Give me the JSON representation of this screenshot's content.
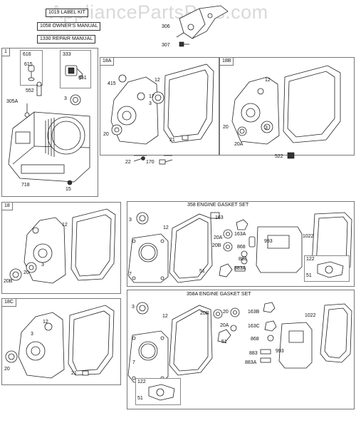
{
  "watermark": "AppliancePartsPros.com",
  "manuals": {
    "m1": "1019 LABEL KIT",
    "m2": "1058 OWNER'S MANUAL",
    "m3": "1330 REPAIR MANUAL"
  },
  "top_parts": {
    "p306": "306",
    "p307": "307"
  },
  "box1": {
    "tag": "1",
    "sub616": "616",
    "sub333": "333",
    "l615": "615",
    "l851": "851",
    "l552": "552",
    "l3": "3",
    "l305A": "305A",
    "l718": "718",
    "l15": "15"
  },
  "box18A": {
    "tag": "18A",
    "l415": "415",
    "l12": "12",
    "l17": "17",
    "l3": "3",
    "l20": "20",
    "l21": "21",
    "l22": "22",
    "l170": "170"
  },
  "box18B": {
    "tag": "18B",
    "l12": "12",
    "l3": "3",
    "l20": "20",
    "l20A": "20A",
    "l522": "522"
  },
  "box18": {
    "tag": "18",
    "l12": "12",
    "l3": "3",
    "l20": "20",
    "l20B": "20B"
  },
  "box358": {
    "title": "358 ENGINE GASKET SET",
    "l3": "3",
    "l12": "12",
    "l7": "7",
    "l163": "163",
    "l163A": "163A",
    "l20A": "20A",
    "l20B": "20B",
    "l868": "868",
    "l993": "993",
    "l883": "883",
    "l883A": "883A",
    "l51": "51",
    "l1022": "1022",
    "l122": "122",
    "l51b": "51"
  },
  "box18C": {
    "tag": "18C",
    "l12": "12",
    "l3": "3",
    "l20": "20",
    "l21": "21"
  },
  "box358A": {
    "title": "358A ENGINE GASKET SET",
    "l3": "3",
    "l12": "12",
    "l7": "7",
    "l20B": "20B",
    "l20": "20",
    "l163B": "163B",
    "l20A": "20A",
    "l163C": "163C",
    "l868": "868",
    "l51": "51",
    "l883": "883",
    "l993": "993",
    "l883A": "883A",
    "l1022": "1022",
    "l122": "122",
    "l51b": "51"
  }
}
